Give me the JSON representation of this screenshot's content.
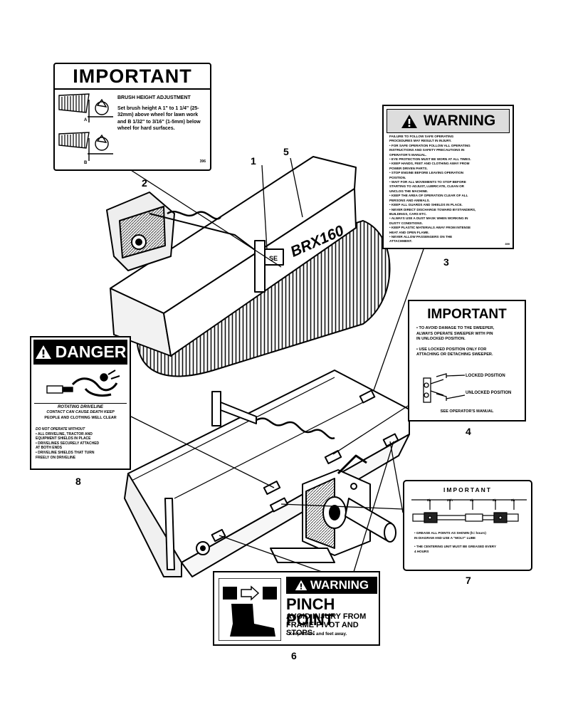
{
  "callouts": {
    "n1": "1",
    "n2": "2",
    "n3": "3",
    "n4": "4",
    "n5": "5",
    "n6": "6",
    "n7": "7",
    "n8": "8"
  },
  "machine_label": "BRX160",
  "decal_important_brush": {
    "header": "IMPORTANT",
    "title": "BRUSH HEIGHT ADJUSTMENT",
    "body": "Set brush height A 1\" to 1 1/4\" (25-32mm) above wheel for lawn work and B 1/32\" to 3/16\" (1-5mm) below wheel for hard surfaces.",
    "label_a": "A",
    "label_b": "B",
    "code": "396"
  },
  "decal_warning": {
    "header": "WARNING",
    "lines": [
      "FAILURE TO FOLLOW SAFE OPERATING",
      "PROCEDURES MAY RESULT IN INJURY.",
      "• FOR SAFE OPERATION FOLLOW ALL OPERATING",
      "  INSTRUCTIONS AND SAFETY PRECAUTIONS IN",
      "  OPERATOR'S MANUAL.",
      "• EYE PROTECTION MUST BE WORN AT ALL TIMES.",
      "• KEEP HANDS, FEET AND CLOTHING AWAY FROM",
      "  POWER DRIVEN PARTS.",
      "• STOP ENGINE BEFORE LEAVING OPERATION",
      "  POSITION.",
      "• WAIT FOR ALL MOVEMENTS TO STOP BEFORE",
      "  STARTING TO ADJUST, LUBRICATE, CLEAN OR",
      "  UNCLOG THE MACHINE.",
      "• KEEP THE AREA OF OPERATION CLEAR OF ALL",
      "  PERSONS AND ANIMALS.",
      "• KEEP ALL GUARDS AND SHIELDS IN PLACE.",
      "• NEVER DIRECT DISCHARGE TOWARD BYSTANDERS,",
      "  BUILDINGS, CARS ETC.",
      "• ALWAYS USE A DUST MASK WHEN WORKING IN",
      "  DUSTY CONDITIONS.",
      "• KEEP PLASTIC MATERIALS AWAY FROM INTENSE",
      "  HEAT AND OPEN FLAME.",
      "• NEVER ALLOW PASSENGERS ON THE",
      "  ATTACHMENT."
    ],
    "code": "399"
  },
  "decal_important_pin": {
    "header": "IMPORTANT",
    "lines": [
      "• TO AVOID DAMAGE TO THE SWEEPER,",
      "  ALWAYS OPERATE SWEEPER WITH PIN",
      "  IN UNLOCKED POSITION.",
      "",
      "• USE LOCKED POSITION ONLY FOR",
      "  ATTACHING OR DETACHING SWEEPER."
    ],
    "locked": "LOCKED POSITION",
    "unlocked": "UNLOCKED POSITION",
    "footer": "SEE OPERATOR'S MANUAL"
  },
  "decal_danger": {
    "header": "DANGER",
    "sub_title": "ROTATING DRIVELINE",
    "sub_lines": [
      "CONTACT CAN CAUSE DEATH KEEP",
      "PEOPLE AND CLOTHING WELL CLEAR"
    ],
    "lines": [
      "DO NOT OPERATE WITHOUT",
      "• ALL DRIVELINE, TRACTOR AND",
      "  EQUIPMENT SHIELDS IN PLACE",
      "• DRIVELINES SECURELY ATTACHED",
      "  AT BOTH ENDS",
      "• DRIVELINE SHIELDS THAT TURN",
      "  FREELY ON DRIVELINE"
    ]
  },
  "decal_important_grease": {
    "header": "IMPORTANT",
    "hours": [
      "8h",
      "20h",
      "4h",
      "8h",
      "8h"
    ],
    "lines": [
      "• GREASE ALL POINTS AS SHOWN (h= hours)",
      "  IN DIAGRAM AND USE A \"MOLY\" LUBE",
      "",
      "• THE CENTERING UNIT MUST BE GREASED EVERY",
      "  4 HOURS"
    ]
  },
  "decal_pinch": {
    "header": "WARNING",
    "title": "PINCH POINT",
    "sub_lines": [
      "AVOID INJURY FROM",
      "FRAME PIVOT AND STOPS:"
    ],
    "bullet": "• Keep hands and feet away."
  }
}
